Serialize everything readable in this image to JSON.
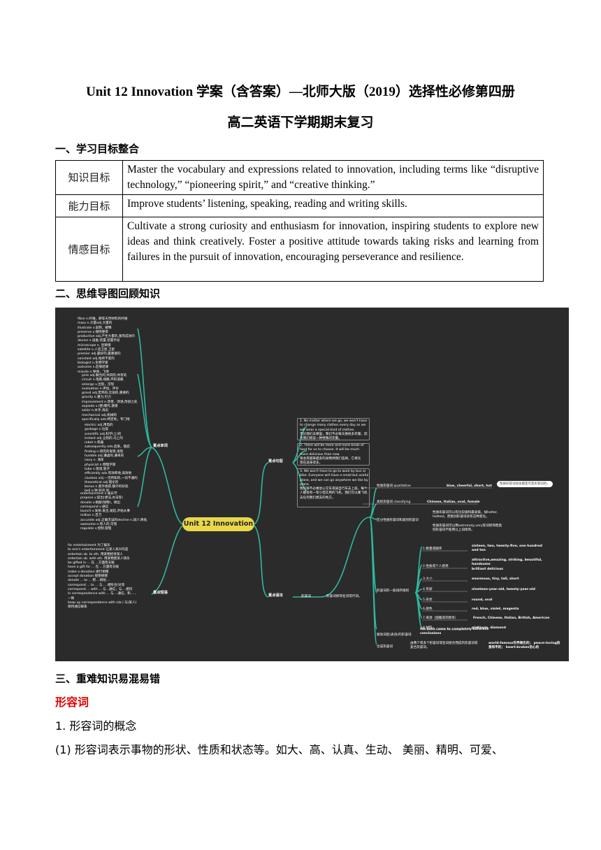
{
  "title": {
    "line1": "Unit 12 Innovation  学案（含答案）—北师大版（2019）选择性必修第四册",
    "line2": "高二英语下学期期末复习"
  },
  "sections": {
    "s1": "一、学习目标整合",
    "s2": "二、思维导图回顾知识",
    "s3": "三、重难知识易混易错"
  },
  "goals": [
    {
      "label": "知识目标",
      "text": "Master the vocabulary and expressions related to innovation, including terms like “disruptive technology,” “pioneering spirit,” and “creative thinking.”"
    },
    {
      "label": "能力目标",
      "text": "Improve students’ listening, speaking, reading and writing skills."
    },
    {
      "label": "情感目标",
      "text": "Cultivate a strong curiosity and enthusiasm for innovation, inspiring students to explore new ideas and think creatively. Foster a positive attitude towards taking risks and learning from failures in the pursuit of innovation, encouraging perseverance and resilience."
    }
  ],
  "mindmap": {
    "center": "Unit 12 Innovation",
    "branches": {
      "words": "重点单词",
      "phrases": "重点短语",
      "sentences": "重点句型",
      "grammar": "重点语法"
    },
    "words_group1": "fibre n.纤维，麻等天然材料的纤维\nmass n.大量adj.大量的\nillustrate v.说明，解释\npreserve v.保持使得\nproductive adj.产生大量的,富有成效的\ndevice n.设备,装置,装置手段\nmicroscope n. 显微镜\nsatellite n.人造卫星,卫星\npremier adj.最好的,最重要的\nconstant adj.始终不变的\nbiologist n.生物学家\noutcome n.后果结果\nmissile n.导弹，飞弹",
    "words_group2": "joint adj.联合的,共同的,共有的\ncircuit n.电路,线路,环形道路\nemerge v.出现，浮现\nevaluation n.评估，评价\ngrand adj.宏伟的,壮丽的,重要的\ngravity n.重力,引力\nimprovement n.改善，改进,改进之处\nexplode v.(使)爆炸,激增\nsailor n.水手,海员\nmechanical adj.机械的\nspecifically adv.特定地，专门地",
    "words_group3": "electric adj.用电的\ngarbage n.垃圾\nscientific adj.科学(上)的\ninstant adj.立刻的,马上的\nrobot n.机器\nsubsequently adv.后来，随后\nfinding n.研究的发现,发现\nhumble adj.谦虚的,谦卑的\nnavy n. 海军\nphysicist n.物理学家\ntube n.管道,管子\nefficiently adv.有效率地,高效地\nclueless adj.一无所知的,一窍不通的\ntheoretical adj.理论的\nbonus n.意外收获,额外的好处\nbell n.钟,铃声,铃",
    "words_group4": "entertainment n.娱乐节\npropose v.提出(想法,办法等)\ndonate v.捐献(钱物)，捐出\ncorrespond v.通信\nlaunch v.发射,发出,发起,开始从事\nmillion n.百万\naccurate adj.正确无误的decline n.减少,降低\nawesome n.惊人的,可畏\nregulate v.控制,管理",
    "phrases_list": "for entertainment 为了娱乐\nto one's entertainment 让某人高兴的是\nentertain sb. to sth. 用某物招待某人\nentertain sb. with sth. 用某物使某人快乐\nbe gifted in ... 在....方面有天赋\nhave a gift for ... 在....方面有天赋\nmake a donation 进行捐赠\naccept donation 接受捐赠\ndonate ... to ... 把....捐给....\ncorrespond ... to ... 与.....相符合/对等\ncorrespond ... with ... 与...通信，与....相符\nin correspondence with ... 与....通信，和......\n一致\nkeep up correspondence with (sb.) 与(某人)\n保持通信联系",
    "sentences": [
      "1. No matter where we go, we won't have\nto change many clothes every day as we\nwill wear a special kind of clothes.\n无论我们去哪里，我们不必每天换很多衣服，因\n为我们将穿一种特殊的衣服。",
      "2. There will be more and more kinds of\nfood for us to choose. It will be much\nmore delicious than now.\n将会有越来越多的食物供我们选择。它将比\n现在美味得多。",
      "3. We won't have to go to work by bus or\nbike. Everyone will have a small but useful\nplane, and we can go anywhere we like by\nplane.\n我们将不必乘坐公交车或骑自行车去上班。每个\n人都会有一架小但实用的飞机，我们可以乘飞机\n去任何我们想去的地方。"
    ],
    "grammar": {
      "adjective": "形容词",
      "adjective_desc": "形容词修饰名词或代词。",
      "qualitative": "性质形容词 qualitative",
      "qualitative_ex": "blue, cheerful, short, hot",
      "note": "性质形容词往往都是可变形容词的。",
      "classifying": "类别形容词 classifying",
      "classifying_ex": "Chinese, Italian, oval, female",
      "distinguish": "区分性质形容词和类别形容词",
      "distinguish_1": "性质形容词可以有比较级和最高级，如hotter,\nhottest。而类别形容词没有这种变化。",
      "distinguish_2": "性质形容词可以用extremely,very等词修饰而类\n别形容词不能用以上词修饰。",
      "order": "形容词的一般排序规则",
      "order_items": [
        {
          "rule": "1.数量或顺序",
          "ex": "sixteen, two, twenty-five, one hundred\nand ten"
        },
        {
          "rule": "2.性质或个人感觉",
          "ex": "attractive,amazing, striking, beautiful,\nhandsome\nbrilliant delicious"
        },
        {
          "rule": "3.大小",
          "ex": "enormous, tiny, tall, short"
        },
        {
          "rule": "4.年龄",
          "ex": "nineteen-year-old, twenty-year-old"
        },
        {
          "rule": "5.形状",
          "ex": "round, oval"
        },
        {
          "rule": "6.颜色",
          "ex": "red, blue, violet, magenta"
        },
        {
          "rule": "7.来源（国籍或宗教等）",
          "ex": "French, Chinese, Italian, British, American"
        },
        {
          "rule": "8.材料",
          "ex": "platinum, diamond"
        }
      ],
      "predicative": "跟动词后(表语)的形容词",
      "predicative_ex": "We both came to completely different\nconclusions",
      "compound": "合成形容词",
      "compound_desc": "由两个或多个形容词或名词组合而成的形容词或\n复合形容词。",
      "compound_ex": "world-famous世界闻名的； peace-loving热\n爱和平的； heart-broken伤心的"
    }
  },
  "body": {
    "red_heading": "形容词",
    "p1": "1. 形容词的概念",
    "p2": "(1) 形容词表示事物的形状、性质和状态等。如大、高、认真、生动、 美丽、精明、可爱、"
  }
}
